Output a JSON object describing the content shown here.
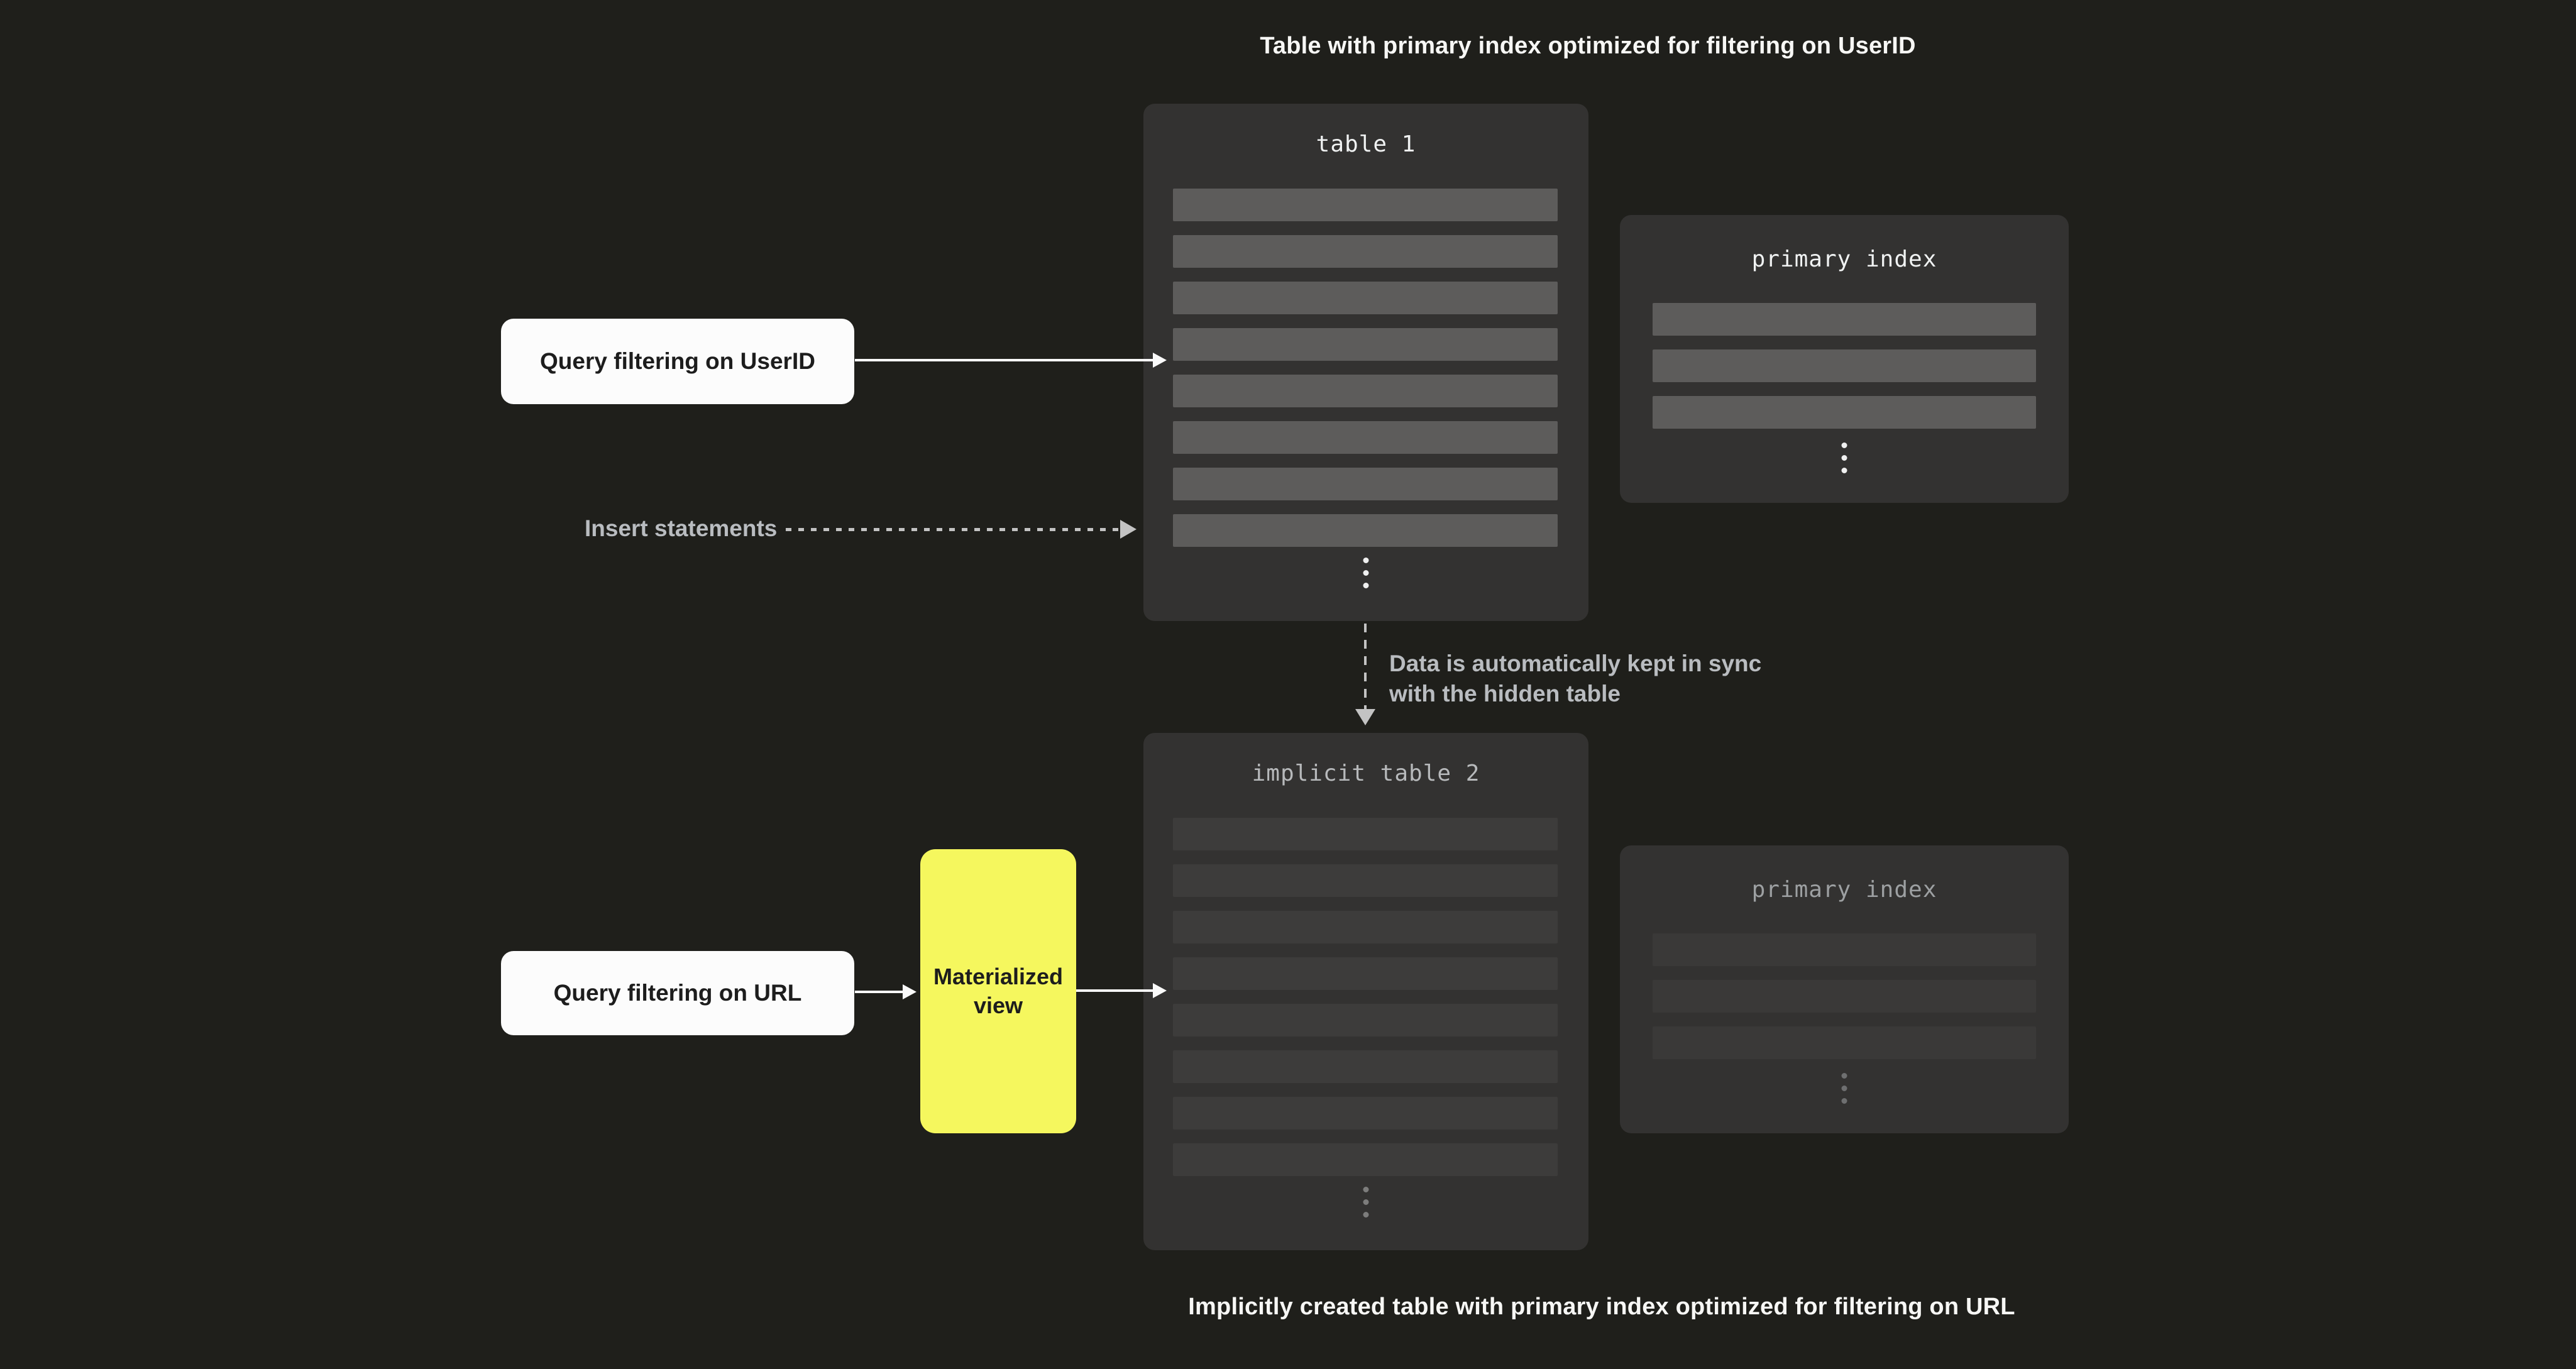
{
  "captions": {
    "top": "Table with primary index optimized for filtering on UserID",
    "bottom": "Implicitly created table with primary index optimized for filtering on URL"
  },
  "table1": {
    "title": "table 1",
    "row_count": 8
  },
  "primary_index_top": {
    "title": "primary index",
    "row_count": 3
  },
  "table2": {
    "title": "implicit table 2",
    "row_count": 8
  },
  "primary_index_bottom": {
    "title": "primary index",
    "row_count": 3
  },
  "labels": {
    "query_userid": "Query filtering on UserID",
    "insert_statements": "Insert statements",
    "sync_line1": "Data is automatically kept in sync",
    "sync_line2": "with the hidden table",
    "query_url": "Query filtering on URL",
    "materialized_view": "Materialized view"
  },
  "icons": {
    "vertical_ellipsis": "⋮"
  },
  "colors": {
    "bg": "#1f1f1b",
    "panel": "#333231",
    "row-bright": "#5d5c5b",
    "row-mid": "#3d3c3b",
    "row-dim": "#3a3938",
    "white-box": "#fcfcfc",
    "yellow": "#f5f75e",
    "caption-text": "#f7f7f5",
    "gray-text": "#b9bcc0",
    "mono-bright": "#f0f2f2",
    "mono-mid": "#b7b9bb",
    "mono-dim": "#9da0a2",
    "dark-text": "#1d1d1d",
    "arrow": "#fafafa",
    "dash": "#c3c3c3",
    "dots-bright": "#f0f0f0",
    "dots-mid": "#7d7d7c",
    "dots-dim": "#6e6f70"
  }
}
